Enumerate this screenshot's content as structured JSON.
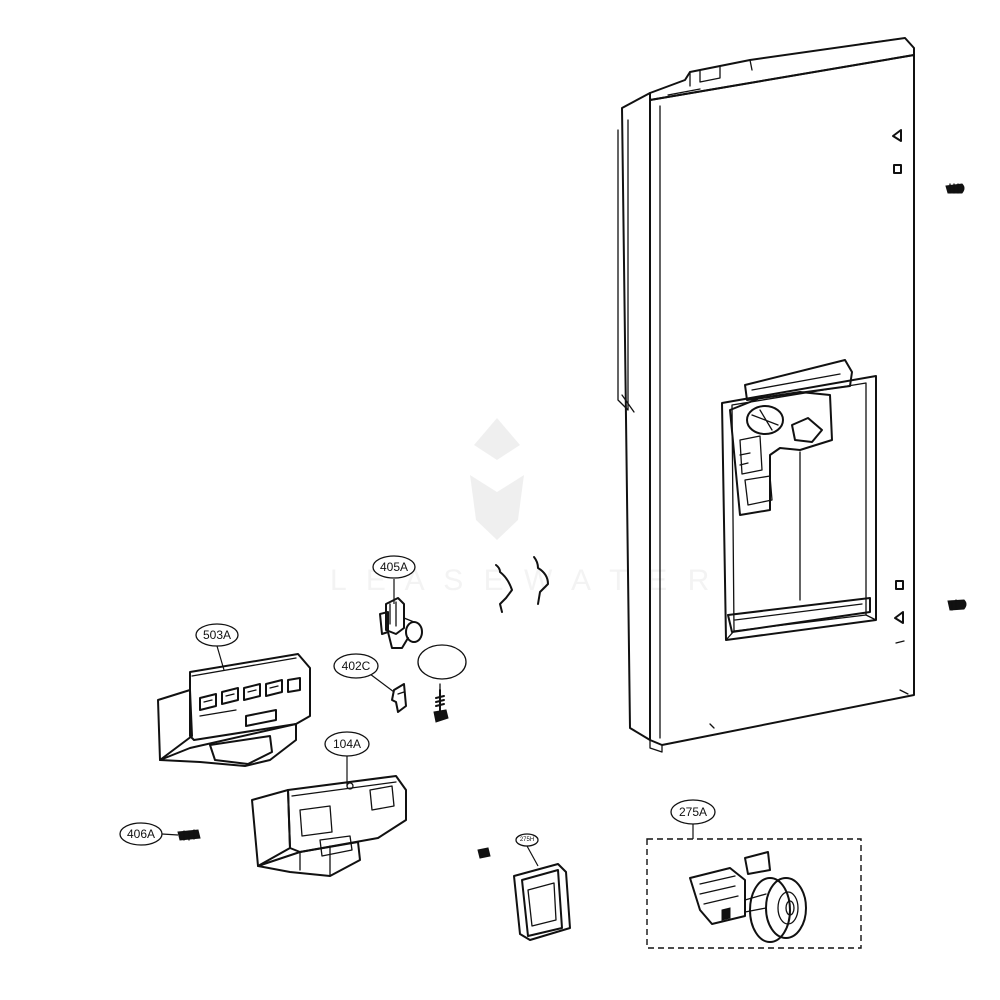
{
  "callouts": [
    {
      "id": "405A"
    },
    {
      "id": "503A"
    },
    {
      "id": "402C"
    },
    {
      "id": "104A"
    },
    {
      "id": "406A"
    },
    {
      "id": "275A"
    },
    {
      "id": "275H"
    },
    {
      "id": ""
    }
  ]
}
